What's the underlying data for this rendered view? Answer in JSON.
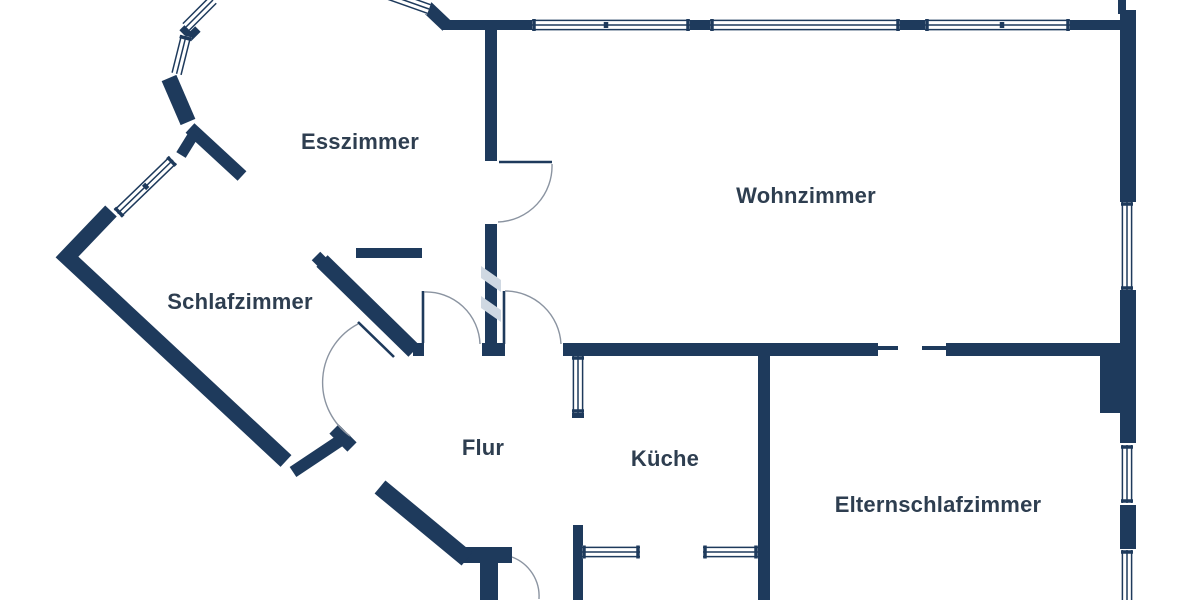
{
  "floorplan": {
    "colors": {
      "wall": "#1e3a5c",
      "text": "#2e3e50",
      "door_arc": "#8b94a1",
      "watermark": "#cfd8e2",
      "background": "#ffffff",
      "window_fill": "#ffffff"
    },
    "rooms": [
      {
        "id": "esszimmer",
        "label": "Esszimmer"
      },
      {
        "id": "wohnzimmer",
        "label": "Wohnzimmer"
      },
      {
        "id": "schlafzimmer",
        "label": "Schlafzimmer"
      },
      {
        "id": "flur",
        "label": "Flur"
      },
      {
        "id": "kueche",
        "label": "Küche"
      },
      {
        "id": "elternschlafzimmer",
        "label": "Elternschlafzimmer"
      }
    ]
  }
}
